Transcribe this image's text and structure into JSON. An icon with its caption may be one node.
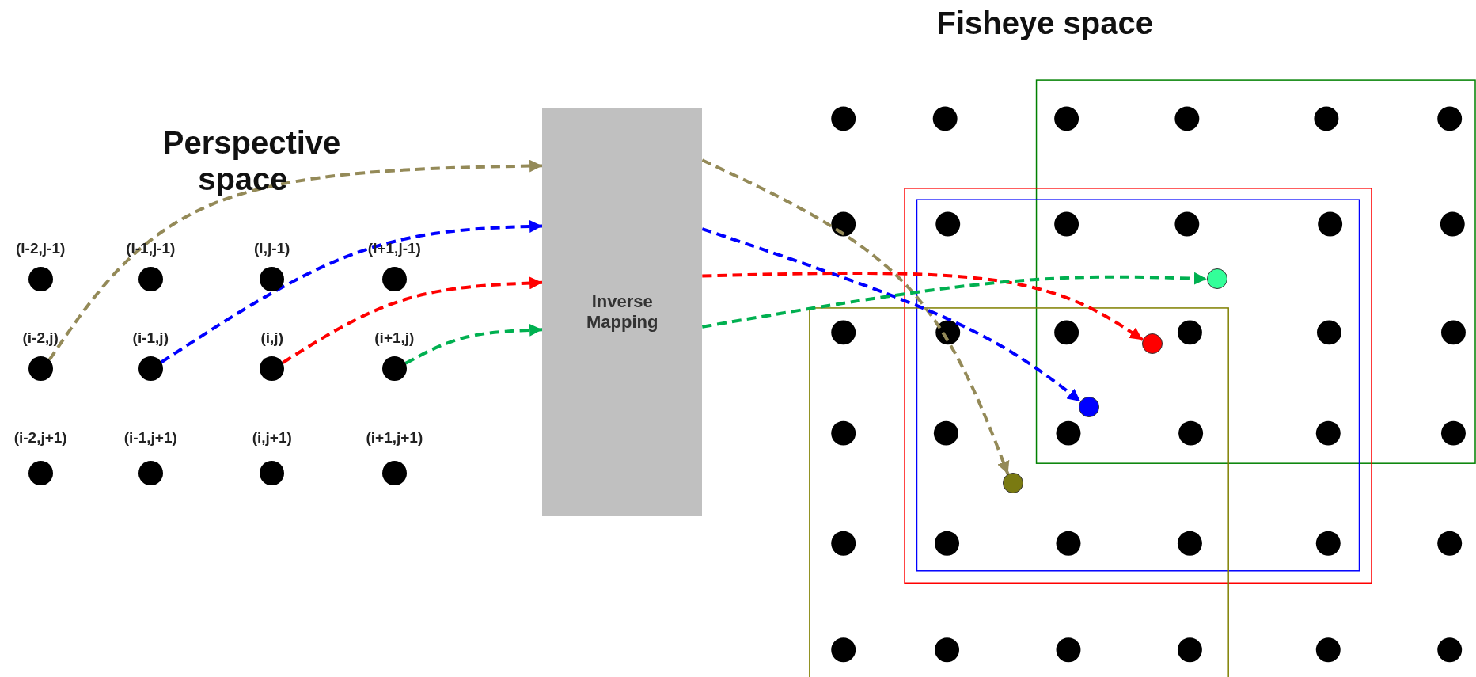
{
  "diagram": {
    "nodes": [
      {
        "text": [],
        "shape": "circle",
        "beside": [
          "(i-2,j-1)"
        ]
      },
      {
        "text": [],
        "shape": "circle",
        "beside": [
          "(i-1,j-1)"
        ]
      },
      {
        "text": [],
        "shape": "circle",
        "beside": [
          "(i,j-1)"
        ]
      },
      {
        "text": [],
        "shape": "circle",
        "beside": [
          "(i+1,j-1)"
        ]
      },
      {
        "text": [],
        "shape": "circle",
        "beside": [
          "(i-2,j)"
        ]
      },
      {
        "text": [],
        "shape": "circle",
        "beside": [
          "(i-1,j)"
        ]
      },
      {
        "text": [],
        "shape": "circle",
        "beside": [
          "(i,j)"
        ]
      },
      {
        "text": [],
        "shape": "circle",
        "beside": [
          "(i+1,j)"
        ]
      },
      {
        "text": [],
        "shape": "circle",
        "beside": [
          "(i-2,j+1)"
        ]
      },
      {
        "text": [],
        "shape": "circle",
        "beside": [
          "(i-1,j+1)"
        ]
      },
      {
        "text": [],
        "shape": "circle",
        "beside": [
          "(i,j+1)"
        ]
      },
      {
        "text": [],
        "shape": "circle",
        "beside": [
          "(i+1,j+1)"
        ]
      },
      {
        "text": [
          "Inverse Mapping"
        ]
      },
      {
        "text": [],
        "shape": "circle"
      },
      {
        "text": [],
        "shape": "circle"
      },
      {
        "text": [],
        "shape": "circle"
      },
      {
        "text": [],
        "shape": "circle"
      }
    ],
    "edges": [
      {
        "from": 4,
        "to": 12,
        "arrow": "to",
        "style": "dashed",
        "color": "#948a58"
      },
      {
        "from": 5,
        "to": 12,
        "arrow": "to",
        "style": "dashed",
        "color": "#0000ff"
      },
      {
        "from": 6,
        "to": 12,
        "arrow": "to",
        "style": "dashed",
        "color": "#ff0000"
      },
      {
        "from": 7,
        "to": 12,
        "arrow": "to",
        "style": "dashed",
        "color": "#00b050"
      },
      {
        "from": 12,
        "to": 13,
        "arrow": "to",
        "style": "dashed",
        "color": "#948a58"
      },
      {
        "from": 12,
        "to": 14,
        "arrow": "to",
        "style": "dashed",
        "color": "#0000ff"
      },
      {
        "from": 12,
        "to": 15,
        "arrow": "to",
        "style": "dashed",
        "color": "#ff0000"
      },
      {
        "from": 12,
        "to": 16,
        "arrow": "to",
        "style": "dashed",
        "color": "#00b050"
      }
    ],
    "labels": [
      "Perspective space",
      "Fisheye space"
    ]
  }
}
